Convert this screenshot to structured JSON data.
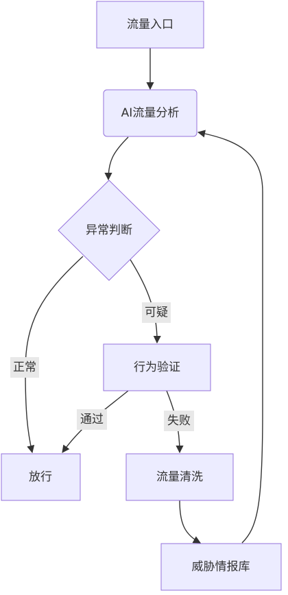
{
  "nodes": {
    "entry": "流量入口",
    "analysis": "AI流量分析",
    "decision": "异常判断",
    "verify": "行为验证",
    "allow": "放行",
    "clean": "流量清洗",
    "threat_db": "威胁情报库"
  },
  "edge_labels": {
    "suspicious": "可疑",
    "normal": "正常",
    "pass": "通过",
    "fail": "失败"
  }
}
